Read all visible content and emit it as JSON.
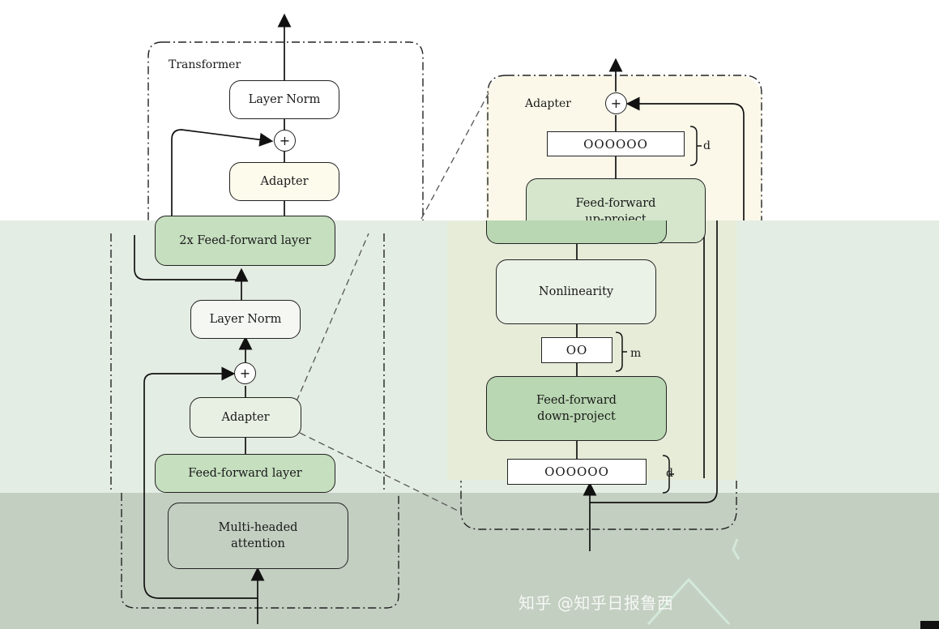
{
  "transformer": {
    "title": "Transformer",
    "layer_norm_top": "Layer Norm",
    "adapter_top": "Adapter",
    "ffn_2x": "2x Feed-forward layer",
    "layer_norm_mid": "Layer Norm",
    "adapter_bottom": "Adapter",
    "ffn": "Feed-forward layer",
    "attention": "Multi-headed\nattention",
    "plus_symbol": "+"
  },
  "adapter": {
    "title": "Adapter",
    "vector_top": "OOOOOO",
    "dim_top": "d",
    "up_project": "Feed-forward\nup-project",
    "nonlinearity": "Nonlinearity",
    "vector_mid": "OO",
    "dim_mid": "m",
    "down_project": "Feed-forward\ndown-project",
    "vector_bottom": "OOOOOO",
    "dim_bottom": "d",
    "plus_symbol": "+"
  },
  "watermark": "知乎 @知乎日报鲁西"
}
